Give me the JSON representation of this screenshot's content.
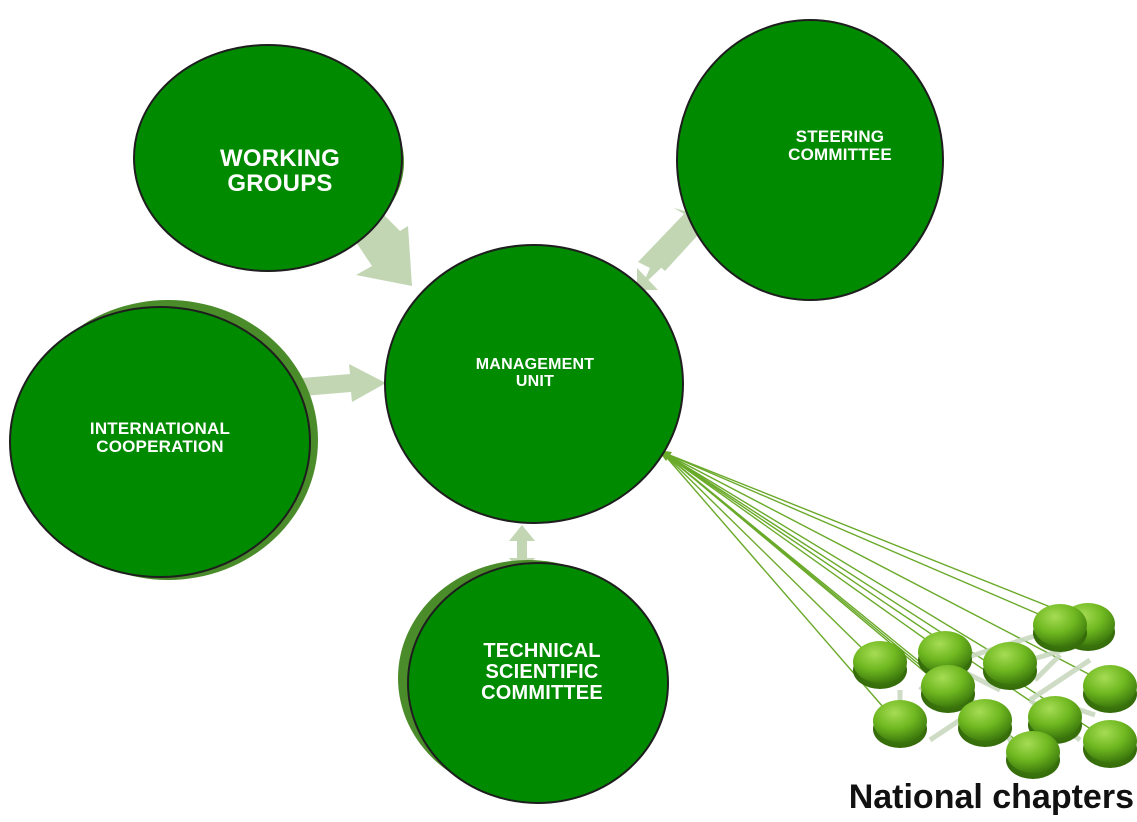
{
  "colors": {
    "node_fill": "#008a00",
    "node_stroke": "#1e1e1e",
    "node_shadow": "#4a8b2a",
    "connector": "#c2d6b4",
    "fan_lines": "#6aaa2a",
    "chapter_node": "#6fb820",
    "label_text": "#ffffff",
    "caption_text": "#111111"
  },
  "nodes": {
    "working_groups": {
      "lines": [
        "WORKING",
        "GROUPS"
      ]
    },
    "steering_committee": {
      "lines": [
        "STEERING",
        "COMMITTEE"
      ]
    },
    "management_unit": {
      "lines": [
        "MANAGEMENT",
        "UNIT"
      ]
    },
    "international_cooperation": {
      "lines": [
        "INTERNATIONAL",
        "COOPERATION"
      ]
    },
    "technical_scientific_committee": {
      "lines": [
        "TECHNICAL",
        "SCIENTIFIC",
        "COMMITTEE"
      ]
    }
  },
  "connections": [
    {
      "from": "working_groups",
      "to": "management_unit",
      "type": "one-way"
    },
    {
      "from": "steering_committee",
      "to": "management_unit",
      "type": "two-way"
    },
    {
      "from": "international_cooperation",
      "to": "management_unit",
      "type": "one-way"
    },
    {
      "from": "technical_scientific_committee",
      "to": "management_unit",
      "type": "two-way"
    },
    {
      "from": "management_unit",
      "to": "national_chapters",
      "type": "fan-out"
    }
  ],
  "national_chapters": {
    "caption": "National chapters",
    "node_count": 12
  }
}
